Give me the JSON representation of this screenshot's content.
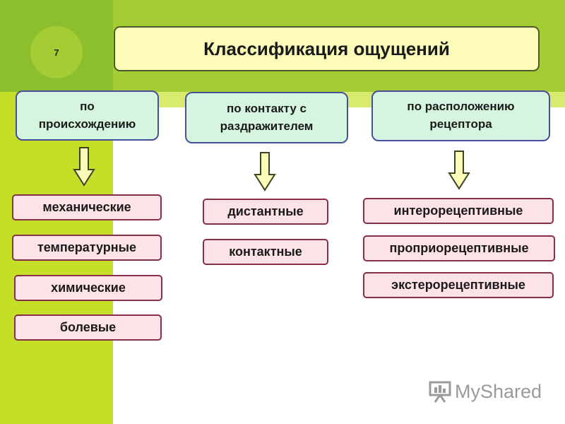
{
  "slide_number": "7",
  "title": "Классификация ощущений",
  "categories": [
    {
      "label": "по\nпроисхождению",
      "items": [
        "механические",
        "температурные",
        "химические",
        "болевые"
      ]
    },
    {
      "label": "по контакту с\nраздражителем",
      "items": [
        "дистантные",
        "контактные"
      ]
    },
    {
      "label": "по расположению\nрецептора",
      "items": [
        "интерорецептивные",
        "проприорецептивные",
        "экстерорецептивные"
      ]
    }
  ],
  "watermark": "MyShared",
  "colors": {
    "category_fill": "#d6f5e0",
    "category_border": "#474f9a",
    "item_fill": "#fde2e7",
    "item_border": "#853047",
    "title_fill": "#fcfcb8",
    "arrow_fill": "#fcfcb8"
  }
}
